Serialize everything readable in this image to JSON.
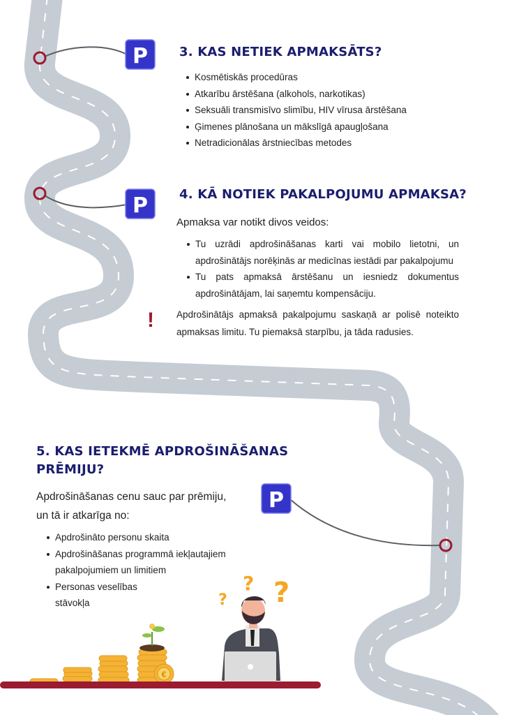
{
  "colors": {
    "heading": "#1b1d6e",
    "road": "#c5ccd4",
    "marker": "#9b1b30",
    "sign": "#3434c9",
    "accent": "#f5a623"
  },
  "sign_label": "P",
  "section3": {
    "title": "3.  KAS NETIEK APMAKSĀTS?",
    "items": [
      "Kosmētiskās procedūras",
      "Atkarību ārstēšana (alkohols, narkotikas)",
      "Seksuāli transmisīvo slimību, HIV vīrusa ārstēšana",
      "Ģimenes plānošana un mākslīgā apaugļošana",
      "Netradicionālas ārstniecības metodes"
    ]
  },
  "section4": {
    "title": "4.  KĀ NOTIEK PAKALPOJUMU APMAKSA?",
    "intro": "Apmaksa var notikt divos veidos:",
    "items": [
      "Tu uzrādi apdrošināšanas karti vai mobilo lietotni, un apdrošinātājs norēķinās ar medicīnas iestādi par pakalpojumu",
      "Tu pats apmaksā ārstēšanu un iesniedz dokumentus apdrošinātājam, lai saņemtu kompensāciju."
    ],
    "note_icon": "!",
    "note": "Apdrošinātājs apmaksā pakalpojumu saskaņā ar polisē noteikto apmaksas limitu. Tu piemaksā starpību, ja tāda radusies."
  },
  "section5": {
    "title_line1": "5.  KAS IETEKMĒ APDROŠINĀŠANAS",
    "title_line2": "PRĒMIJU?",
    "intro_line1": "Apdrošināšanas cenu sauc par prēmiju,",
    "intro_line2": "un tā ir atkarīga no:",
    "items": [
      "Apdrošināto personu skaita",
      "Apdrošināšanas programmā iekļautajiem pakalpojumiem un limitiem",
      "Personas veselības stāvokļa"
    ]
  }
}
